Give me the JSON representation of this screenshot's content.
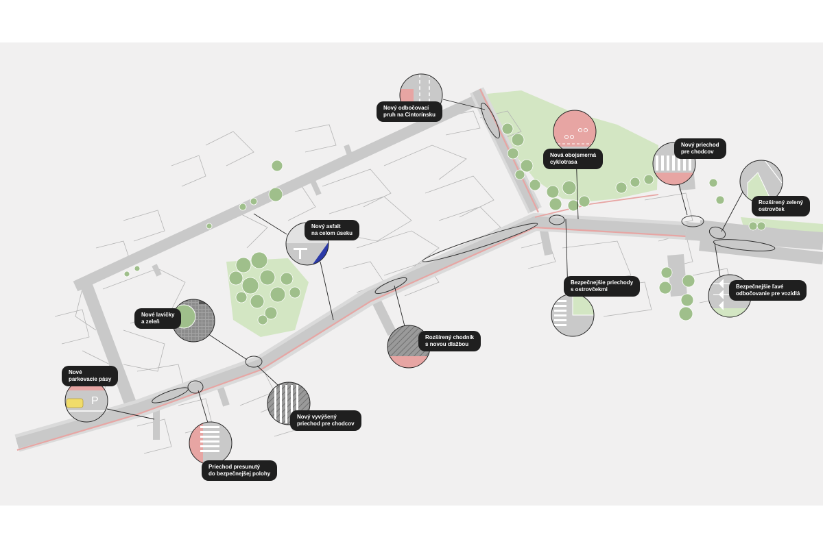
{
  "map": {
    "colors": {
      "background": "#f1f0f0",
      "road": "#c9c9c9",
      "sidewalk": "#dadada",
      "bike_lane": "#e7a5a3",
      "tree": "#9fbf8b",
      "park": "#d3e6c3",
      "buildings": "#b3b3b3",
      "callout": "#1f1f1f",
      "asphalt_highlight": "#2b3aa8",
      "parking_car": "#f0dc6a"
    },
    "callouts": [
      {
        "id": "turn-lane",
        "label": "Nový odbočovací\npruh na Cintorínsku"
      },
      {
        "id": "bikeway",
        "label": "Nová obojsmerná\ncyklotrasa"
      },
      {
        "id": "new-crossing",
        "label": "Nový priechod\npre chodcov"
      },
      {
        "id": "green-island",
        "label": "Rozšírený zelený\nostrovček"
      },
      {
        "id": "asphalt",
        "label": "Nový asfalt\nna celom  úseku"
      },
      {
        "id": "safer-crossings",
        "label": "Bezpečnejšie priechody\ns ostrovčekmi"
      },
      {
        "id": "left-turns",
        "label": "Bezpečnejšie ľavé\nodbočovanie pre vozidlá"
      },
      {
        "id": "benches",
        "label": "Nové lavičky\na zeleň"
      },
      {
        "id": "sidewalk",
        "label": "Rozšírený chodník\ns novou dlažbou"
      },
      {
        "id": "parking",
        "label": "Nové\nparkovacie pásy"
      },
      {
        "id": "raised-crossing",
        "label": "Nový vyvýšený\npriechod pre chodcov"
      },
      {
        "id": "moved-crossing",
        "label": "Priechod presunutý\ndo bezpečnejšej polohy"
      }
    ]
  }
}
